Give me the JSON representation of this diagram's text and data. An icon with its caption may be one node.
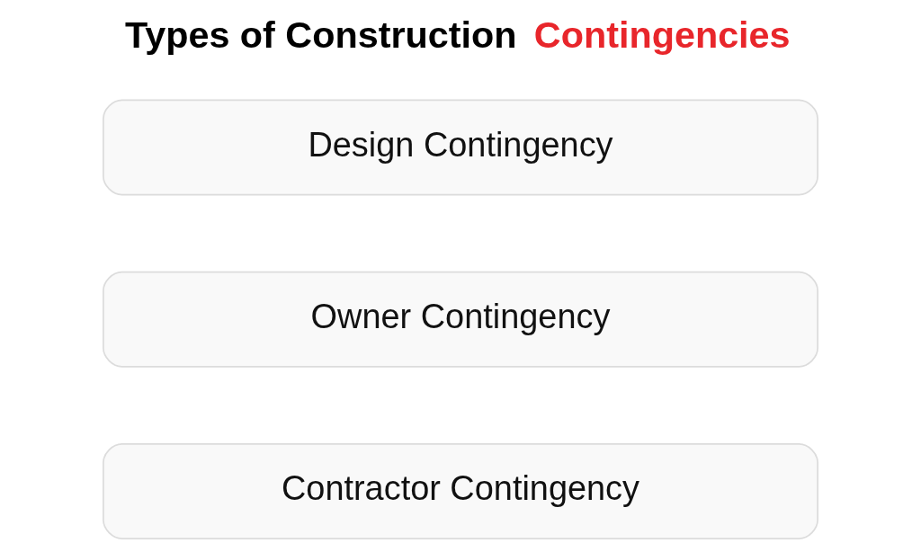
{
  "diagram": {
    "title": "Types of Construction Contingencies",
    "nodes": [
      {
        "text": [
          "Design Contingency"
        ]
      },
      {
        "text": [
          "Owner Contingency"
        ]
      },
      {
        "text": [
          "Contractor Contingency"
        ]
      }
    ]
  }
}
